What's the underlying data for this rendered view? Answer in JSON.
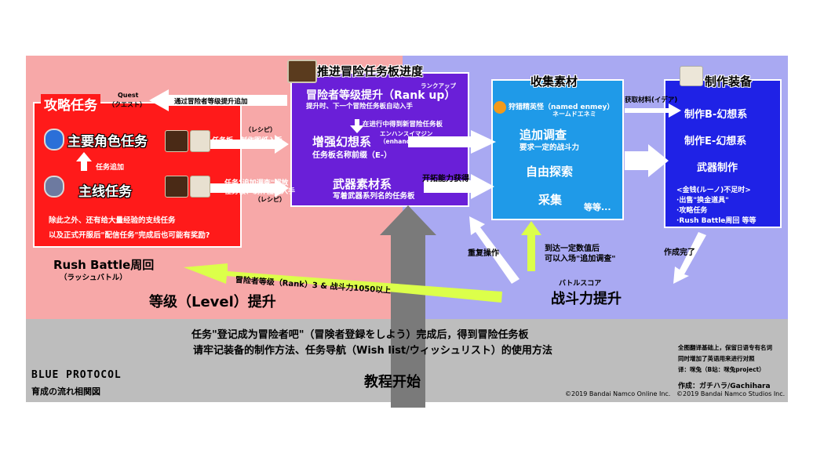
{
  "colors": {
    "red_region": "#f7a8a8",
    "blue_region": "#a9a9f2",
    "gray_region": "#bdbdbd",
    "red_box": "#ff1a1a",
    "purple_box": "#6a1fd8",
    "cyan_box": "#1f9ae8",
    "blue_box": "#1f22e6",
    "lime_arrow": "#dcff4a",
    "gray_arrow": "#7a7a7a"
  },
  "red_box": {
    "title": "攻略任务",
    "title_ruby": "（クエスト）",
    "title_ruby_en": "Quest",
    "main_char": "主要角色任务",
    "main_char_note_ruby": "（レシピ）",
    "main_char_note": "任务板、制作图纸入手",
    "add_task": "任务追加",
    "main_line": "主线任务",
    "main_line_note1": "任务\"追加调查\"解放",
    "main_line_note2": "任务板、制作图纸入手",
    "main_line_note_ruby": "（レシピ）",
    "other1": "除此之外、还有给大量经验的支线任务",
    "other2": "以及正式开服后\"配信任务\"完成后也可能有奖励?"
  },
  "arrow_rank_to_quest": "通过冒险者等级提升追加",
  "purple_box": {
    "header": "推进冒险任务板进度",
    "rank_ruby": "ランクアップ",
    "rank_title": "冒险者等级提升（Rank up）",
    "rank_note": "提升时、下一个冒险任务板自动入手",
    "new_board_note": "在进行中得到新冒险任务板",
    "enhance_ruby1": "エンハンスイマジン",
    "enhance_ruby2": "（enhance imagine）",
    "enhance_title": "增强幻想系",
    "enhance_note": "任务板名称前缀（E-）",
    "weapon_title": "武器素材系",
    "weapon_note": "写着武器系列名的任务板",
    "unlock_ability": "开拓能力获得"
  },
  "cyan_box": {
    "header": "收集素材",
    "named_enemy": "狩猎精英怪（named enmey）",
    "named_enemy_ruby": "ネームドエネミ",
    "extra_investigation": "追加调查",
    "extra_note": "要求一定的战斗力",
    "free_explore": "自由探索",
    "gather": "采集",
    "etc": "等等..."
  },
  "arrow_to_blue": "获取材料(イデア)",
  "blue_box": {
    "header": "制作装备",
    "craft_b": "制作B-幻想系",
    "craft_e": "制作E-幻想系",
    "weapon_craft": "武器制作",
    "money_header": "<金钱(ルーノ)不足时>",
    "money1": "·出售\"换金道具\"",
    "money2": "·攻略任务",
    "money3": "·Rush Battle周回  等等"
  },
  "repeat_op": "重复操作",
  "reach_value1": "到达一定数值后",
  "reach_value2": "可以入场\"追加调查\"",
  "crafted": "作成完了",
  "battle_score_ruby": "バトルスコア",
  "battle_power_up": "战斗力提升",
  "level_up": "等级（Level）提升",
  "rush_battle": "Rush Battle周回",
  "rush_battle_ruby": "（ラッシュバトル）",
  "rush_arrow_text": "冒险者等级（Rank）3 & 战斗力1050以上",
  "gray_area": {
    "line1": "任务\"登记成为冒险者吧\"（冒険者登録をしよう）完成后，得到冒险任务板",
    "line2": "请牢记装备的制作方法、任务导航（Wish list/ウィッシュリスト）的使用方法",
    "tutorial": "教程开始",
    "logo": "BLUE PROTOCOL",
    "logo_sub": "育成の流れ相関図",
    "copy1": "©2019 Bandai Namco Online Inc.",
    "copy2": "©2019 Bandai Namco Studios Inc.",
    "note1": "全图翻译基础上，保留日语专有名词",
    "note2": "同时增加了英语用来进行对照",
    "note3": "译：咪兔（B站：咪兔project）",
    "author": "作成：ガチハラ/Gachihara"
  }
}
